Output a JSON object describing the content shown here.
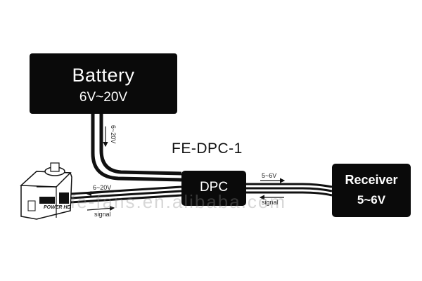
{
  "diagram": {
    "title": "FE-DPC-1",
    "battery": {
      "label": "Battery",
      "voltage": "6V~20V"
    },
    "dpc": {
      "label": "DPC"
    },
    "receiver": {
      "label": "Receiver",
      "voltage": "5~6V"
    },
    "labels": {
      "battery_to_dpc": "6~20V",
      "servo_power": "6~20V",
      "servo_signal": "signal",
      "receiver_power": "5~6V",
      "receiver_signal": "signal"
    },
    "servo": {
      "brand_text": "POWER HD"
    },
    "watermark": "fe-fans.en.alibaba.com"
  }
}
